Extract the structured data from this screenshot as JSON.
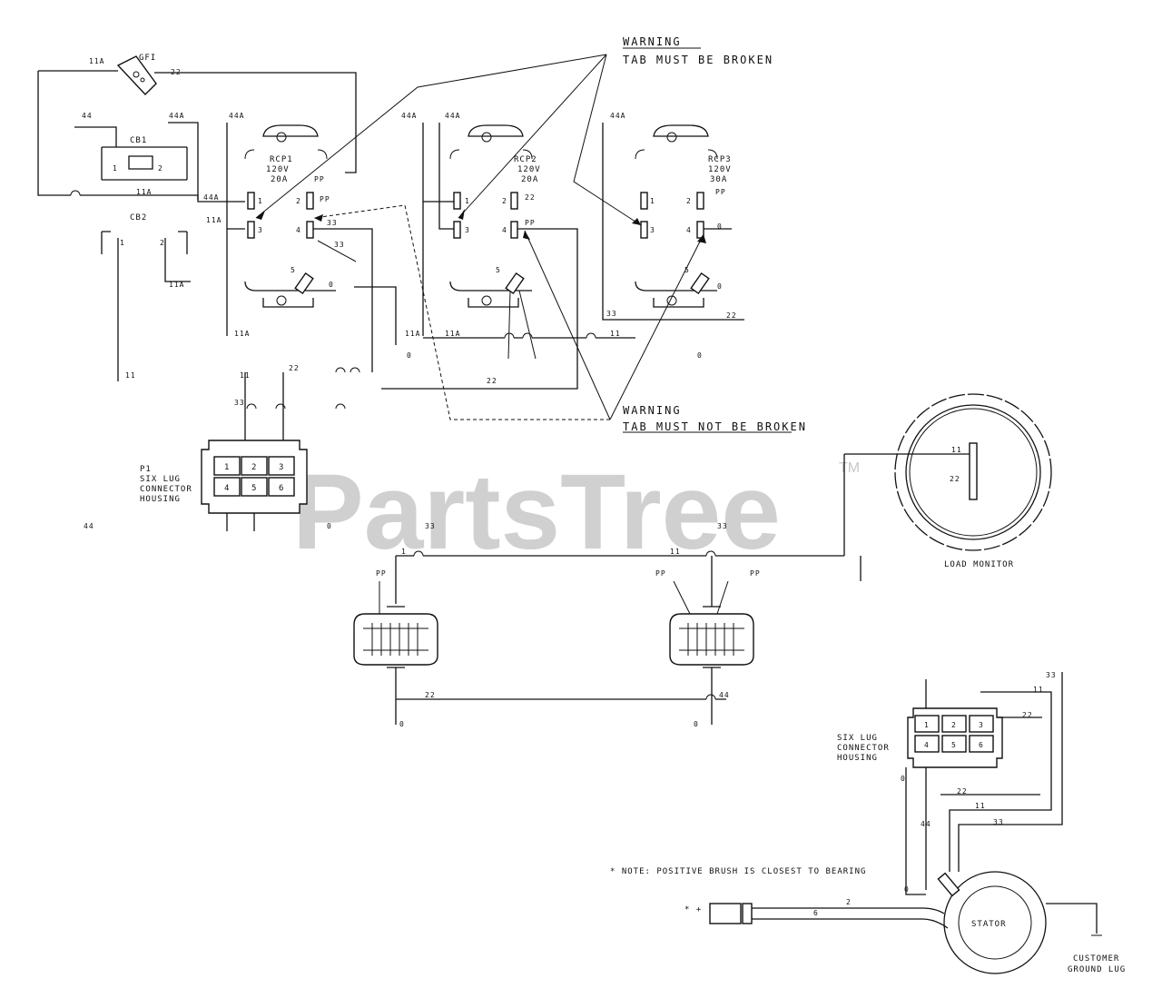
{
  "watermark": {
    "brand": "PartsTree",
    "tm": "TM"
  },
  "warnings": {
    "top_title": "WARNING",
    "top_text": "TAB MUST BE BROKEN",
    "bottom_title": "WARNING",
    "bottom_text": "TAB MUST NOT BE BROKEN"
  },
  "components": {
    "gfci": "GFI",
    "cb1": "CB1",
    "cb2": "CB2",
    "cb1_t1": "1",
    "cb1_t2": "2",
    "cb2_t1": "1",
    "cb2_t2": "2",
    "rcp1_name": "RCP1",
    "rcp1_volt": "120V",
    "rcp1_amp": "20A",
    "rcp2_name": "RCP2",
    "rcp2_volt": "120V",
    "rcp2_amp": "20A",
    "rcp3_name": "RCP3",
    "rcp3_volt": "120V",
    "rcp3_amp": "30A",
    "p1": "P1",
    "p1_desc_1": "SIX LUG",
    "p1_desc_2": "CONNECTOR",
    "p1_desc_3": "HOUSING",
    "p2_desc_1": "SIX LUG",
    "p2_desc_2": "CONNECTOR",
    "p2_desc_3": "HOUSING",
    "load_monitor": "LOAD MONITOR",
    "stator": "STATOR",
    "ground_1": "CUSTOMER",
    "ground_2": "GROUND LUG",
    "brush_note": "* NOTE: POSITIVE BRUSH IS CLOSEST TO BEARING",
    "brush_sym": "* +"
  },
  "pins": [
    "1",
    "2",
    "3",
    "4",
    "5",
    "6"
  ],
  "rcp_terms": {
    "t1": "1",
    "t2": "2",
    "t3": "3",
    "t4": "4",
    "t5": "5"
  },
  "wires": {
    "w11A_a": "11A",
    "w22_a": "22",
    "w44": "44",
    "w44A_a": "44A",
    "w44A_b": "44A",
    "w11A_b": "11A",
    "w11A_c": "11A",
    "w11A_d": "11A",
    "w11A_e": "11A",
    "w11A_f": "11A",
    "w44A_c": "44A",
    "w11A_g": "11A",
    "wPP_1": "PP",
    "wPP_2": "PP",
    "w33_a": "33",
    "w33_b": "33",
    "w0_a": "0",
    "w44A_d": "44A",
    "w44A_e": "44A",
    "w22_b": "22",
    "wPP_3": "PP",
    "w0_b": "0",
    "w44A_f": "44A",
    "wPP_4": "PP",
    "w0_c": "0",
    "w0_d": "0",
    "w22_c": "22",
    "w33_c": "33",
    "w11_a": "11",
    "w11_b": "11",
    "w22_d": "22",
    "w33_d": "33",
    "w22_e": "22",
    "w0_e": "0",
    "w0_f": "0",
    "w0_g": "0",
    "w44_b": "44",
    "w33_e": "33",
    "w1": "1",
    "w11_c": "11",
    "w11_d": "11",
    "w33_f": "33",
    "wPP_5": "PP",
    "wPP_6": "PP",
    "wPP_7": "PP",
    "w22_f": "22",
    "w44_c": "44",
    "w0_h": "0",
    "w0_i": "0",
    "lm11": "11",
    "lm22": "22",
    "w33_g": "33",
    "w11_e": "11",
    "w22_g": "22",
    "w0_j": "0",
    "w22_h": "22",
    "w11_f": "11",
    "w44_d": "44",
    "w33_h": "33",
    "w0_k": "0",
    "w2": "2",
    "w6": "6"
  }
}
